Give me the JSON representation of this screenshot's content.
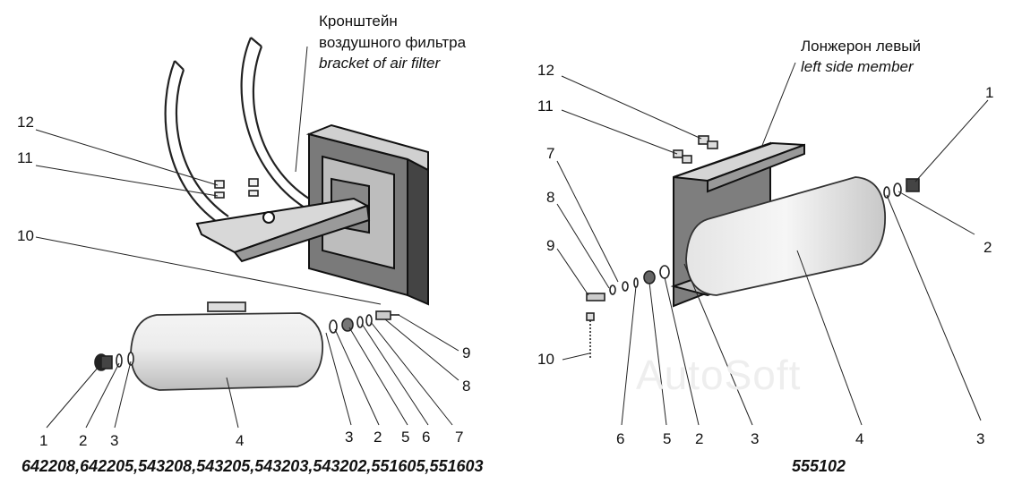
{
  "left": {
    "title_ru": "Кронштейн",
    "title_ru2": "воздушного фильтра",
    "title_en": "bracket of air filter",
    "callouts": {
      "c12": "12",
      "c11": "11",
      "c10": "10",
      "c9": "9",
      "c8": "8",
      "c1": "1",
      "c2": "2",
      "c3": "3",
      "c4": "4",
      "c3b": "3",
      "c2b": "2",
      "c5": "5",
      "c6": "6",
      "c7": "7"
    },
    "models": "642208,642205,543208,543205,543203,543202,551605,551603"
  },
  "right": {
    "title_ru": "Лонжерон левый",
    "title_en": "left side member",
    "callouts": {
      "c12": "12",
      "c11": "11",
      "c7": "7",
      "c8": "8",
      "c9": "9",
      "c10": "10",
      "c1": "1",
      "c2": "2",
      "c3": "3",
      "c6": "6",
      "c5": "5",
      "c2b": "2",
      "c3b": "3",
      "c4": "4"
    },
    "models": "555102"
  },
  "watermark": "AutoSoft"
}
